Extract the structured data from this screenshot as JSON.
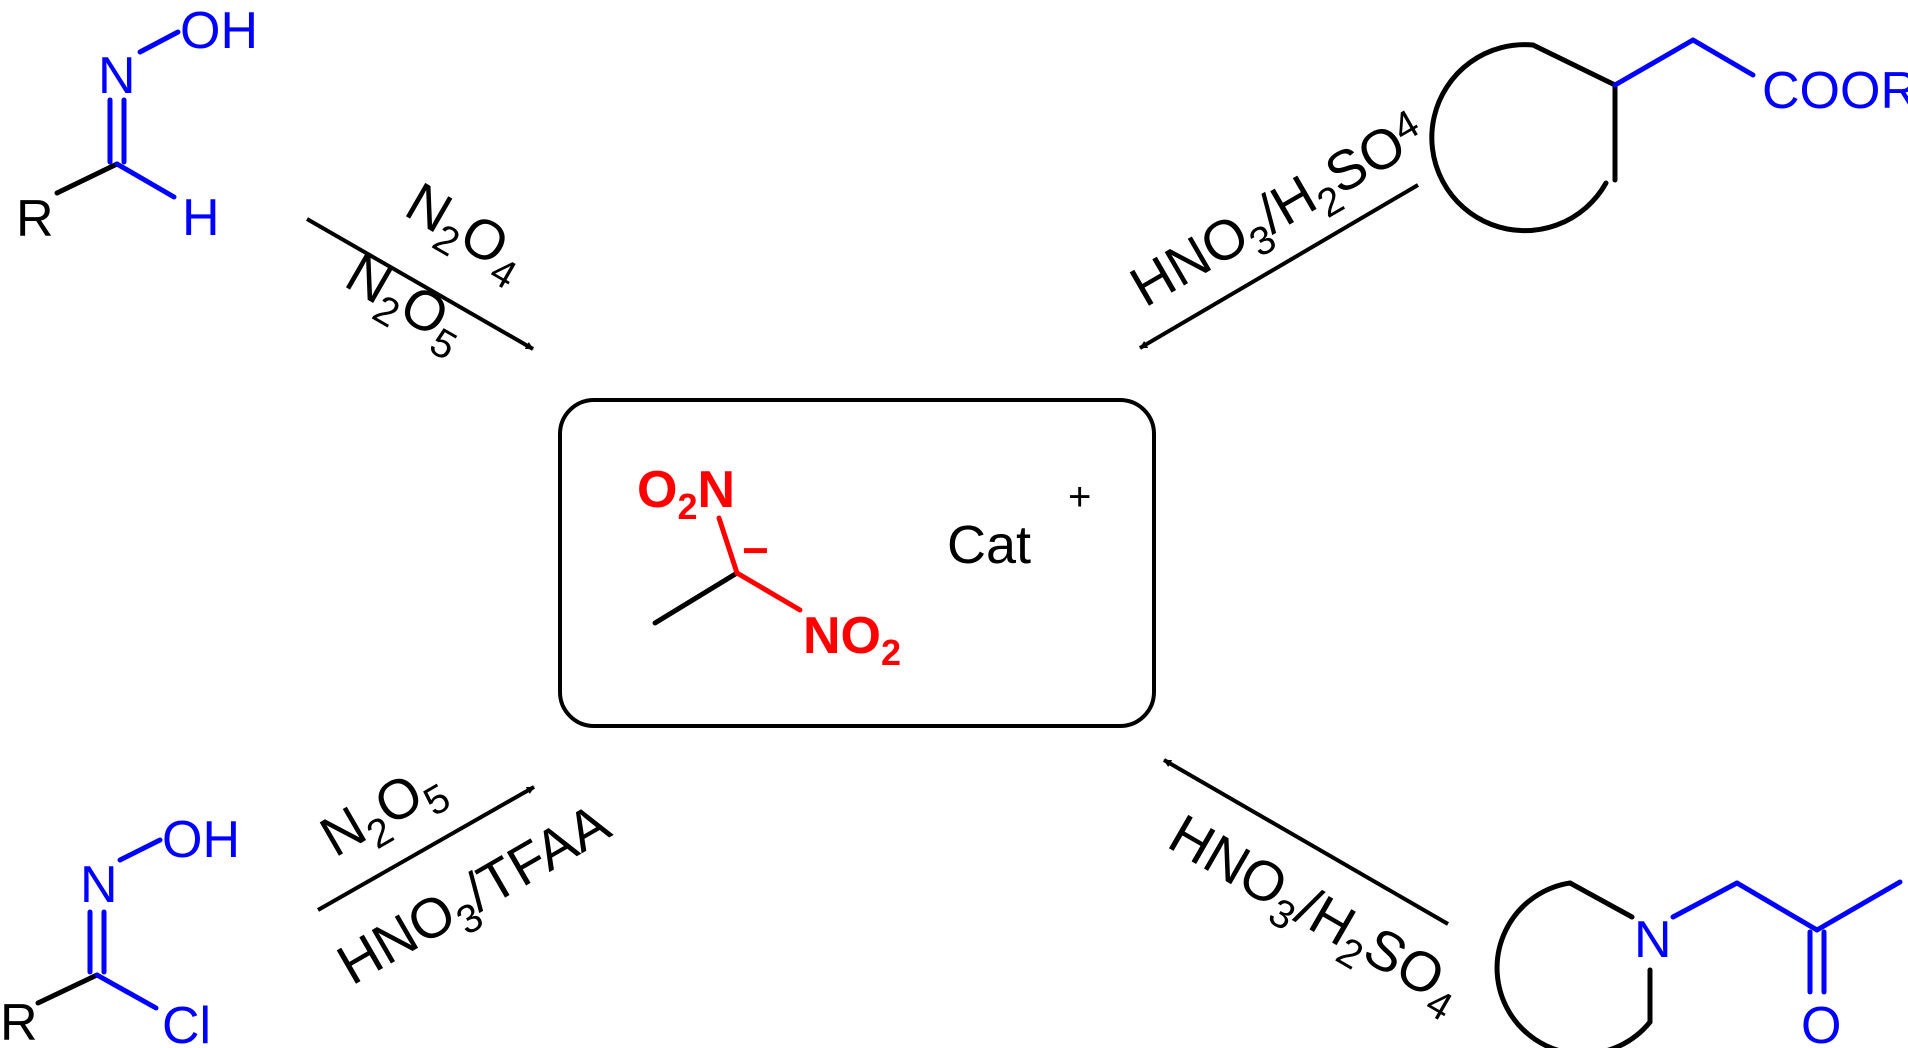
{
  "center_box": {
    "nitro_left": {
      "main": "O",
      "sub": "2",
      "tail": "N"
    },
    "nitro_right": {
      "main": "NO",
      "sub": "2"
    },
    "charge": "−",
    "cation": "Cat",
    "cation_charge": "+"
  },
  "top_left": {
    "atoms": {
      "oh": "OH",
      "n": "N",
      "r": "R",
      "h": "H"
    },
    "reagent_1": {
      "a": "N",
      "a_sub": "2",
      "b": "O",
      "b_sub": "4"
    },
    "reagent_2": {
      "a": "N",
      "a_sub": "2",
      "b": "O",
      "b_sub": "5"
    }
  },
  "top_right": {
    "atoms": {
      "coor": "COOR"
    },
    "reagent": {
      "a": "HNO",
      "a_sub": "3",
      "b": "/H",
      "b_sub": "2",
      "c": "SO",
      "c_sub": "4"
    }
  },
  "bottom_left": {
    "atoms": {
      "oh": "OH",
      "n": "N",
      "r": "R",
      "cl": "Cl"
    },
    "reagent_1": {
      "a": "N",
      "a_sub": "2",
      "b": "O",
      "b_sub": "5"
    },
    "reagent_2": {
      "a": "HNO",
      "a_sub": "3",
      "b": "/TFAA"
    }
  },
  "bottom_right": {
    "atoms": {
      "n": "N",
      "o": "O"
    },
    "reagent": {
      "a": "HNO",
      "a_sub": "3",
      "b": "/H",
      "b_sub": "2",
      "c": "SO",
      "c_sub": "4"
    }
  },
  "colors": {
    "reactive": "#0000ff",
    "product": "#ff0000",
    "scaffold": "#000000"
  }
}
